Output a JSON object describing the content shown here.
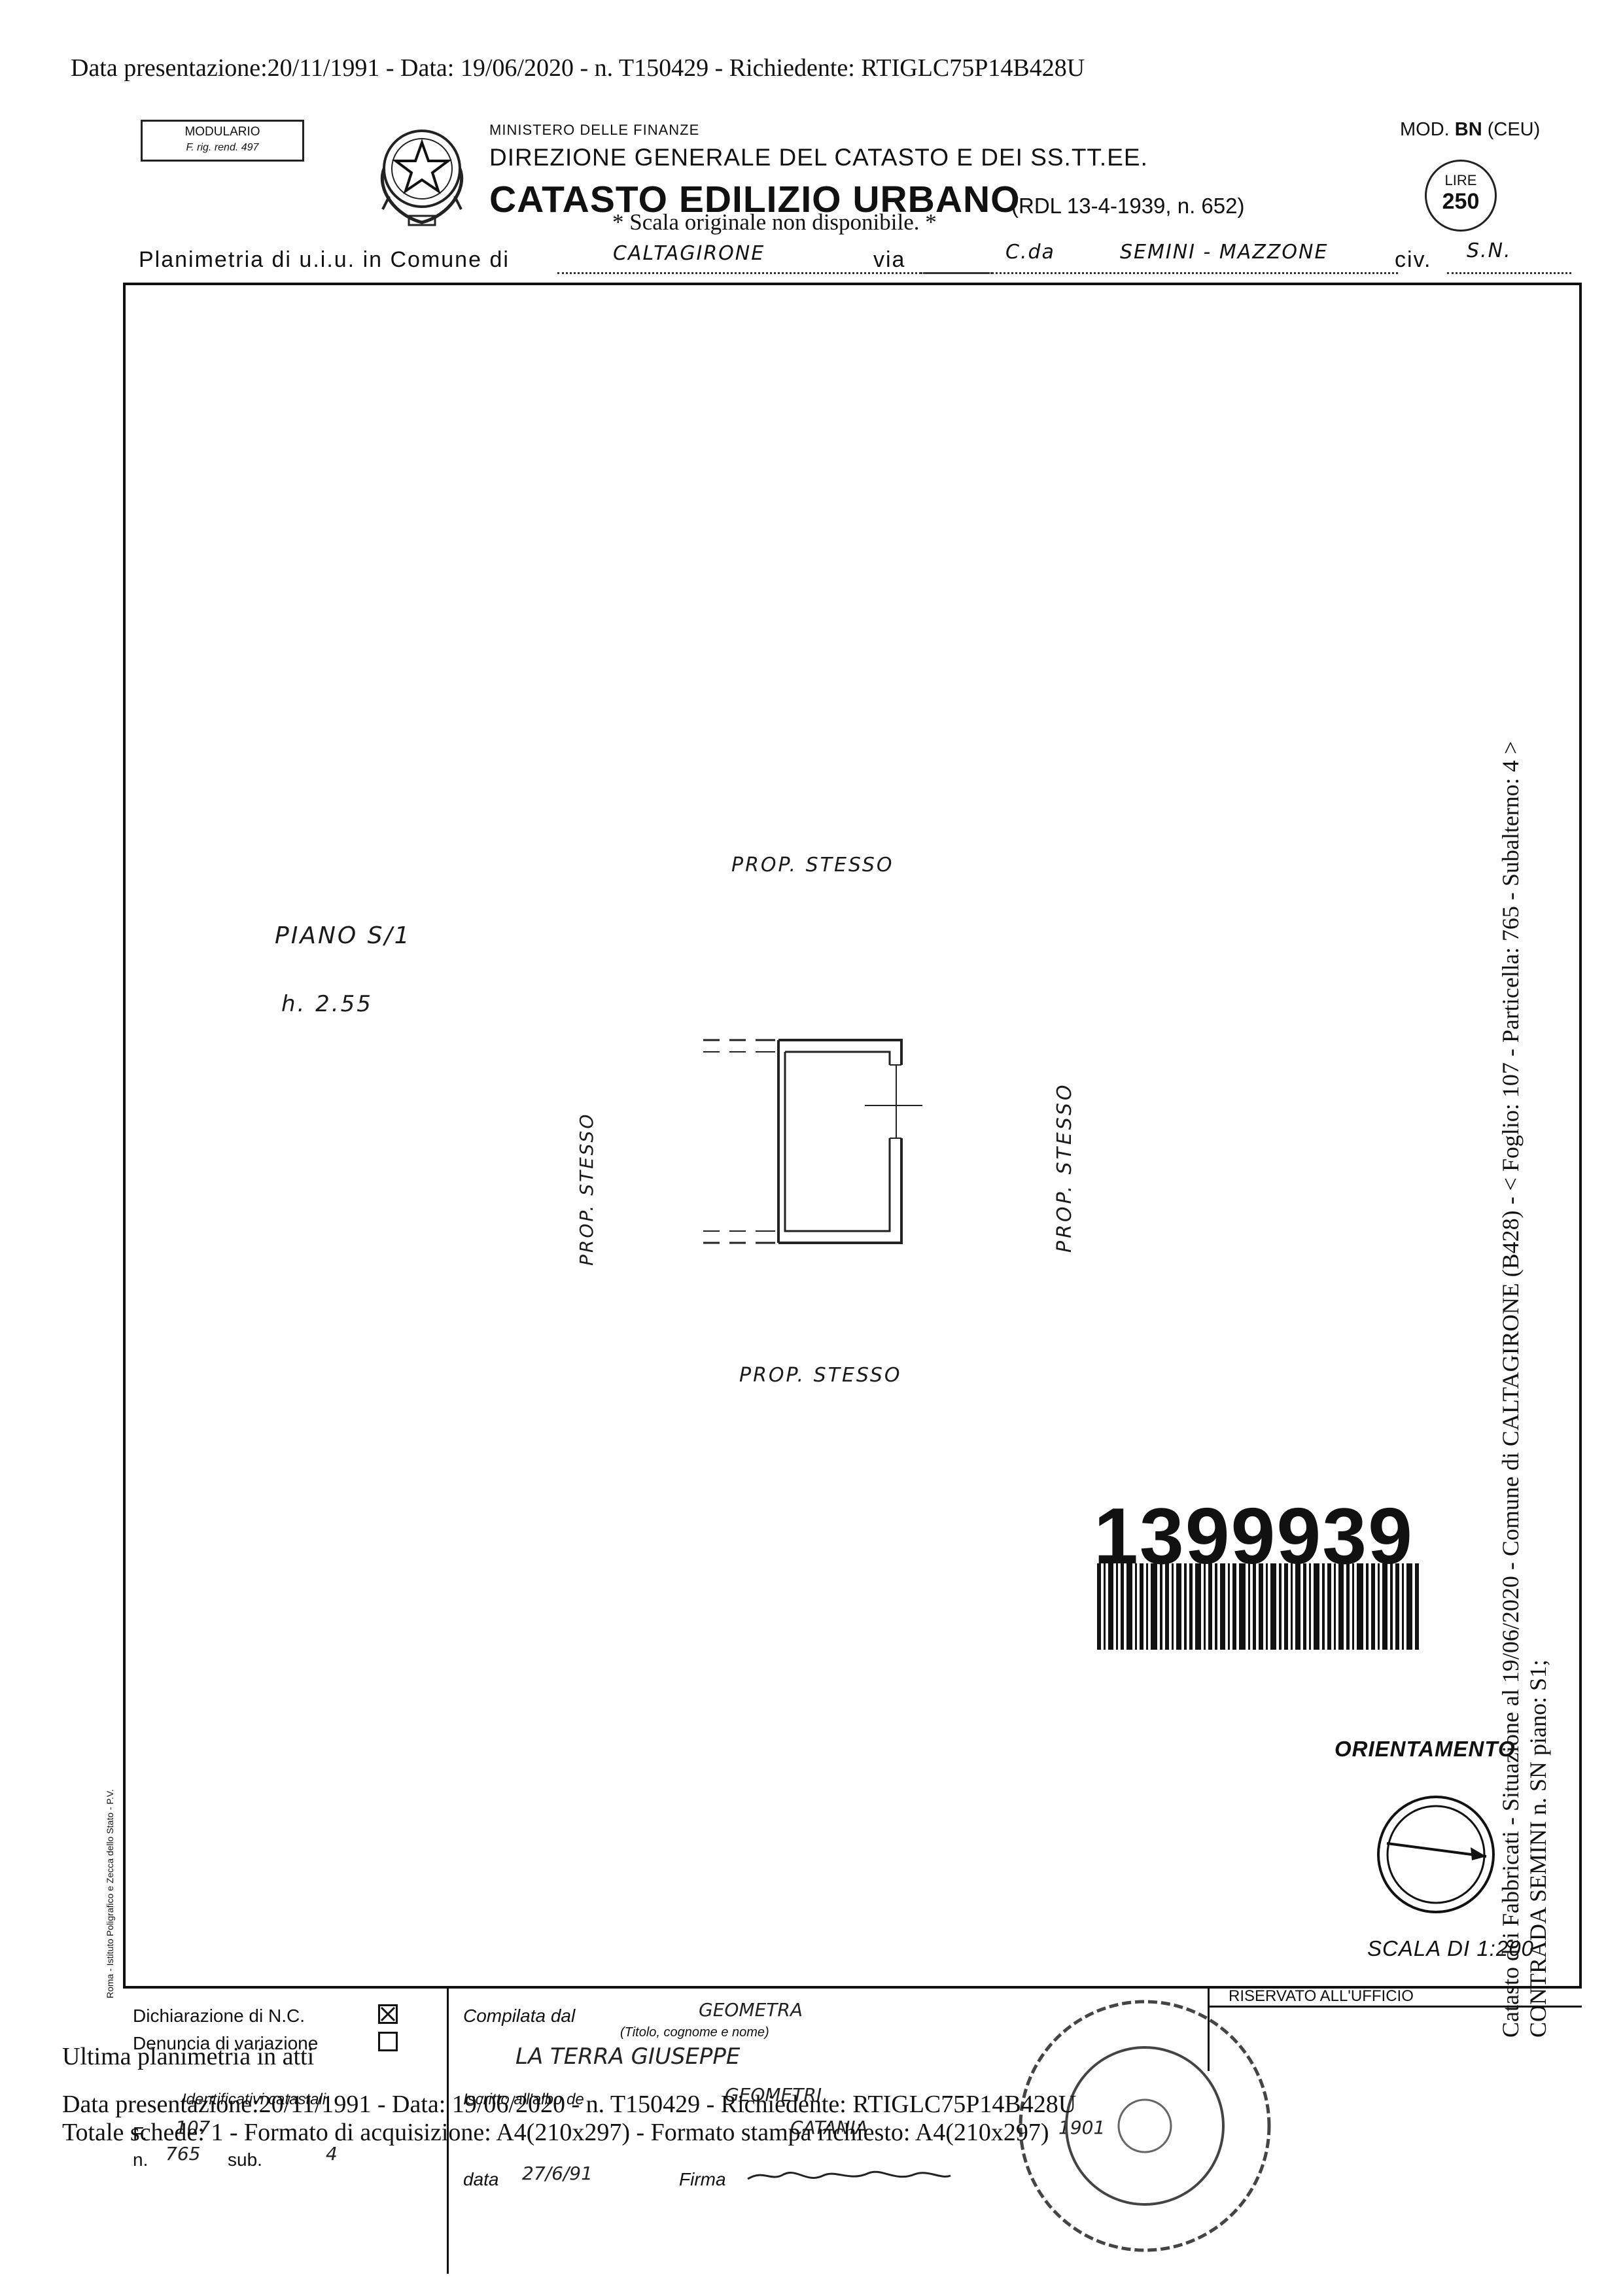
{
  "top_stamp": "Data presentazione:20/11/1991 - Data: 19/06/2020 - n. T150429 - Richiedente: RTIGLC75P14B428U",
  "header": {
    "modulario_line1": "MODULARIO",
    "modulario_line2": "F. rig. rend. 497",
    "ministry": "MINISTERO DELLE FINANZE",
    "direzione": "DIREZIONE GENERALE DEL CATASTO E DEI SS.TT.EE.",
    "catasto": "CATASTO EDILIZIO URBANO",
    "rdl": "(RDL 13-4-1939, n. 652)",
    "scala_note": "* Scala originale non disponibile. *",
    "mod_prefix": "MOD.",
    "mod_bold": "BN",
    "mod_suffix": "(CEU)",
    "lire_label": "LIRE",
    "lire_value": "250"
  },
  "plan_line": {
    "prefix": "Planimetria di u.i.u. in Comune di",
    "comune": "CALTAGIRONE",
    "via_label": "via",
    "via_abbr": "C.da",
    "via_value": "SEMINI - MAZZONE",
    "civ_label": "civ.",
    "civ_value": "S.N."
  },
  "floor_plan": {
    "prop_top": "PROP. STESSO",
    "prop_bottom": "PROP. STESSO",
    "prop_left": "PROP. STESSO",
    "prop_right": "PROP. STESSO",
    "piano": "PIANO S/1",
    "height": "h. 2.55"
  },
  "side_text": {
    "line1": "Catasto dei Fabbricati - Situazione al 19/06/2020 - Comune di CALTAGIRONE (B428) - < Foglio: 107 - Particella: 765 - Subalterno: 4 >",
    "line2": "CONTRADA SEMINI n. SN piano: S1;"
  },
  "printer_credit": "Roma - Istituto Poligrafico e Zecca dello Stato - P.V.",
  "barcode_number": "1399939",
  "orientamento": "ORIENTAMENTO",
  "scala": "SCALA DI 1:200",
  "bottom": {
    "dichiarazione": "Dichiarazione di N.C.",
    "denuncia": "Denuncia di variazione",
    "identificativi": "Identificativi catastali",
    "f_label": "F.",
    "f_value": "107",
    "n_label": "n.",
    "n_value": "765",
    "sub_label": "sub.",
    "sub_value": "4",
    "compilata": "Compilata dal",
    "compilata_value": "GEOMETRA",
    "titolo_note": "(Titolo, cognome e nome)",
    "name_value": "LA TERRA  GIUSEPPE",
    "iscritto": "Iscritto all'albo de",
    "albo_value": "GEOMETRI",
    "albo_city": "CATANIA",
    "albo_number": "1901",
    "data_label": "data",
    "data_value": "27/6/91",
    "firma_label": "Firma",
    "riservato": "RISERVATO ALL'UFFICIO"
  },
  "overlays": {
    "ultima": "Ultima planimetria in atti",
    "data_line": "Data presentazione:20/11/1991 - Data: 19/06/2020 - n. T150429 - Richiedente: RTIGLC75P14B428U",
    "totale": "Totale schede: 1 - Formato di acquisizione: A4(210x297) - Formato stampa richiesto: A4(210x297)"
  }
}
